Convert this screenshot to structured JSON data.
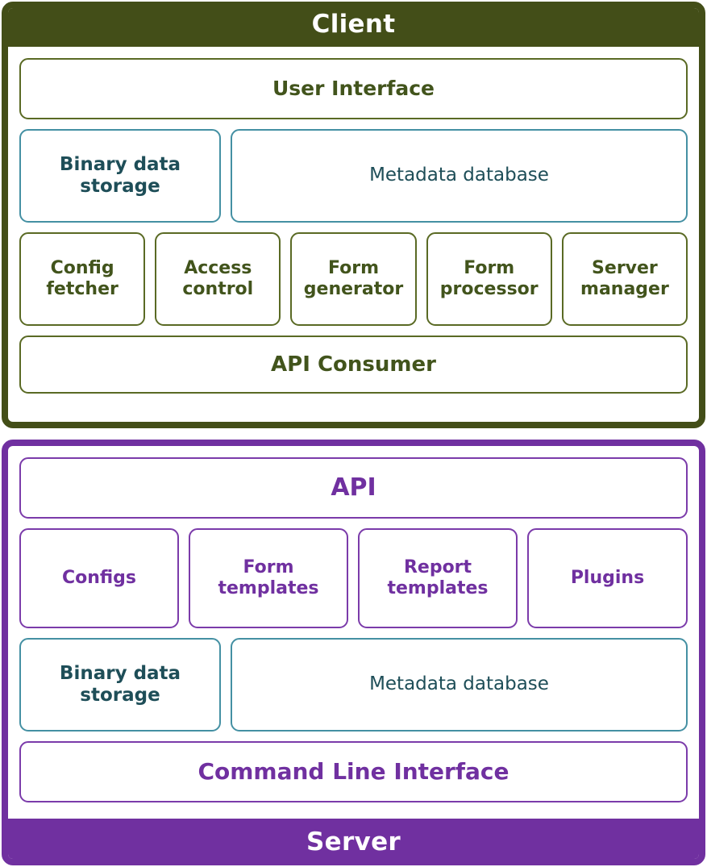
{
  "client": {
    "band_label": "Client",
    "band_color": "#434E18",
    "accent_color": "#5A6A24",
    "text_color": "#42541C",
    "user_interface": "User Interface",
    "binary_data_storage": "Binary data\nstorage",
    "binary_data_storage_line1": "Binary data",
    "binary_data_storage_line2": "storage",
    "metadata_database": "Metadata database",
    "components": [
      {
        "line1": "Config",
        "line2": "fetcher"
      },
      {
        "line1": "Access",
        "line2": "control"
      },
      {
        "line1": "Form",
        "line2": "generator"
      },
      {
        "line1": "Form",
        "line2": "processor"
      },
      {
        "line1": "Server",
        "line2": "manager"
      }
    ],
    "api_consumer": "API Consumer"
  },
  "server": {
    "band_label": "Server",
    "band_color": "#7030A0",
    "accent_color": "#7B3BAA",
    "text_color": "#7030A0",
    "api": "API",
    "assets": [
      {
        "line1": "Configs",
        "line2": ""
      },
      {
        "line1": "Form",
        "line2": "templates"
      },
      {
        "line1": "Report",
        "line2": "templates"
      },
      {
        "line1": "Plugins",
        "line2": ""
      }
    ],
    "binary_data_storage_line1": "Binary data",
    "binary_data_storage_line2": "storage",
    "metadata_database": "Metadata database",
    "command_line_interface": "Command Line Interface"
  },
  "storage": {
    "border_color": "#4490A3",
    "text_color": "#1E4E58"
  }
}
